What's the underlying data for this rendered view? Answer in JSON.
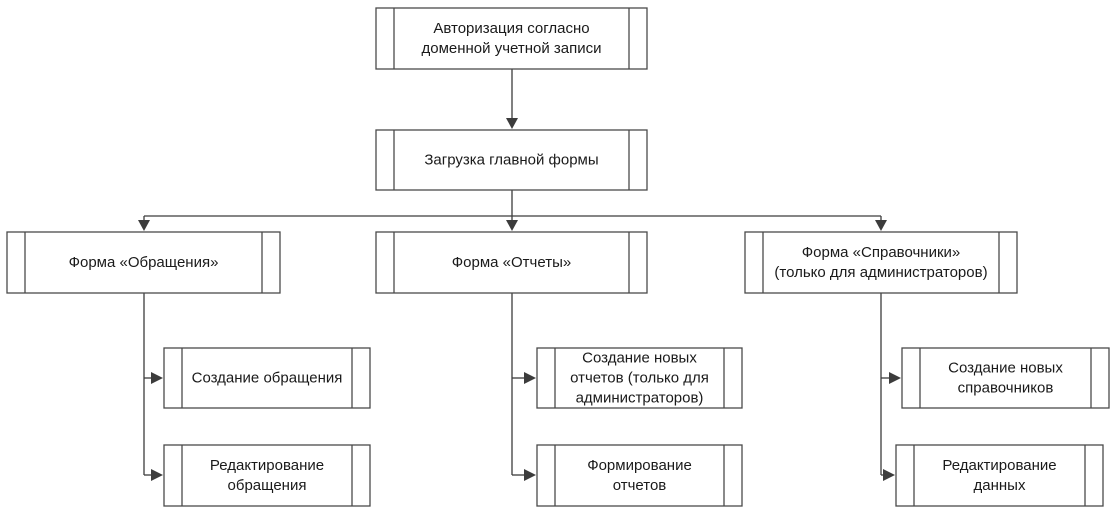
{
  "diagram": {
    "nodes": {
      "auth": [
        "Авторизация согласно",
        "доменной учетной записи"
      ],
      "main": [
        "Загрузка главной формы"
      ],
      "form_requests": [
        "Форма «Обращения»"
      ],
      "form_reports": [
        "Форма «Отчеты»"
      ],
      "form_refs": [
        "Форма «Справочники»",
        "(только для администраторов)"
      ],
      "create_request": [
        "Создание обращения"
      ],
      "edit_request": [
        "Редактирование",
        "обращения"
      ],
      "create_reports": [
        "Создание новых",
        "отчетов (только для",
        "администраторов)"
      ],
      "make_reports": [
        "Формирование",
        "отчетов"
      ],
      "create_refs": [
        "Создание новых",
        "справочников"
      ],
      "edit_data": [
        "Редактирование",
        "данных"
      ]
    }
  }
}
